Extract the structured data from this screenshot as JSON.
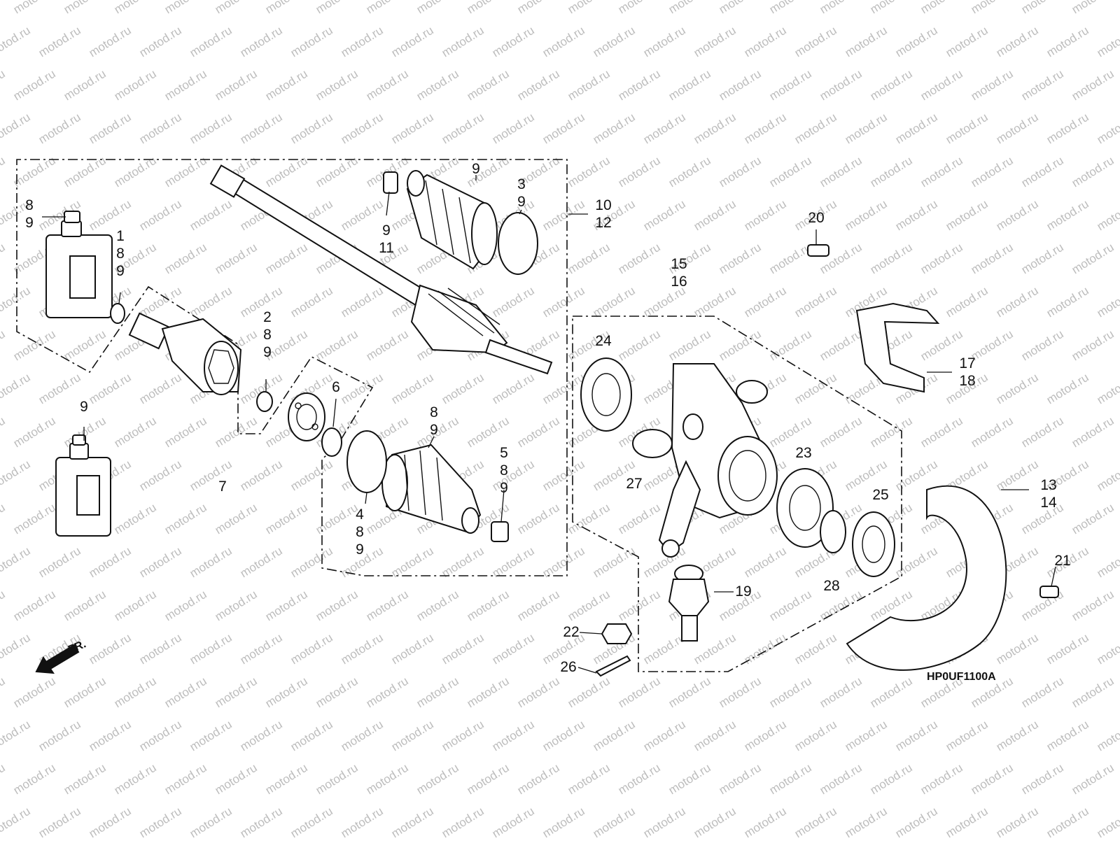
{
  "watermark": {
    "text": "motod.ru"
  },
  "diagram": {
    "code": "HP0UF1100A",
    "front_indicator": "FR.",
    "callouts": [
      {
        "id": "c1",
        "lines": [
          "8",
          "9"
        ]
      },
      {
        "id": "c2",
        "lines": [
          "1",
          "8",
          "9"
        ]
      },
      {
        "id": "c3",
        "lines": [
          "9"
        ]
      },
      {
        "id": "c4",
        "lines": [
          "2",
          "8",
          "9"
        ]
      },
      {
        "id": "c5",
        "lines": [
          "9",
          "11"
        ]
      },
      {
        "id": "c6",
        "lines": [
          "9"
        ]
      },
      {
        "id": "c7",
        "lines": [
          "3",
          "9"
        ]
      },
      {
        "id": "c8",
        "lines": [
          "10",
          "12"
        ]
      },
      {
        "id": "c9",
        "lines": [
          "6"
        ]
      },
      {
        "id": "c10",
        "lines": [
          "7"
        ]
      },
      {
        "id": "c11",
        "lines": [
          "8",
          "9"
        ]
      },
      {
        "id": "c12",
        "lines": [
          "5",
          "8",
          "9"
        ]
      },
      {
        "id": "c13",
        "lines": [
          "4",
          "8",
          "9"
        ]
      },
      {
        "id": "c14",
        "lines": [
          "15",
          "16"
        ]
      },
      {
        "id": "c15",
        "lines": [
          "24"
        ]
      },
      {
        "id": "c16",
        "lines": [
          "27"
        ]
      },
      {
        "id": "c17",
        "lines": [
          "23"
        ]
      },
      {
        "id": "c18",
        "lines": [
          "25"
        ]
      },
      {
        "id": "c19",
        "lines": [
          "28"
        ]
      },
      {
        "id": "c20",
        "lines": [
          "19"
        ]
      },
      {
        "id": "c21",
        "lines": [
          "22"
        ]
      },
      {
        "id": "c22",
        "lines": [
          "26"
        ]
      },
      {
        "id": "c23",
        "lines": [
          "20"
        ]
      },
      {
        "id": "c24",
        "lines": [
          "17",
          "18"
        ]
      },
      {
        "id": "c25",
        "lines": [
          "13",
          "14"
        ]
      },
      {
        "id": "c26",
        "lines": [
          "21"
        ]
      }
    ]
  }
}
